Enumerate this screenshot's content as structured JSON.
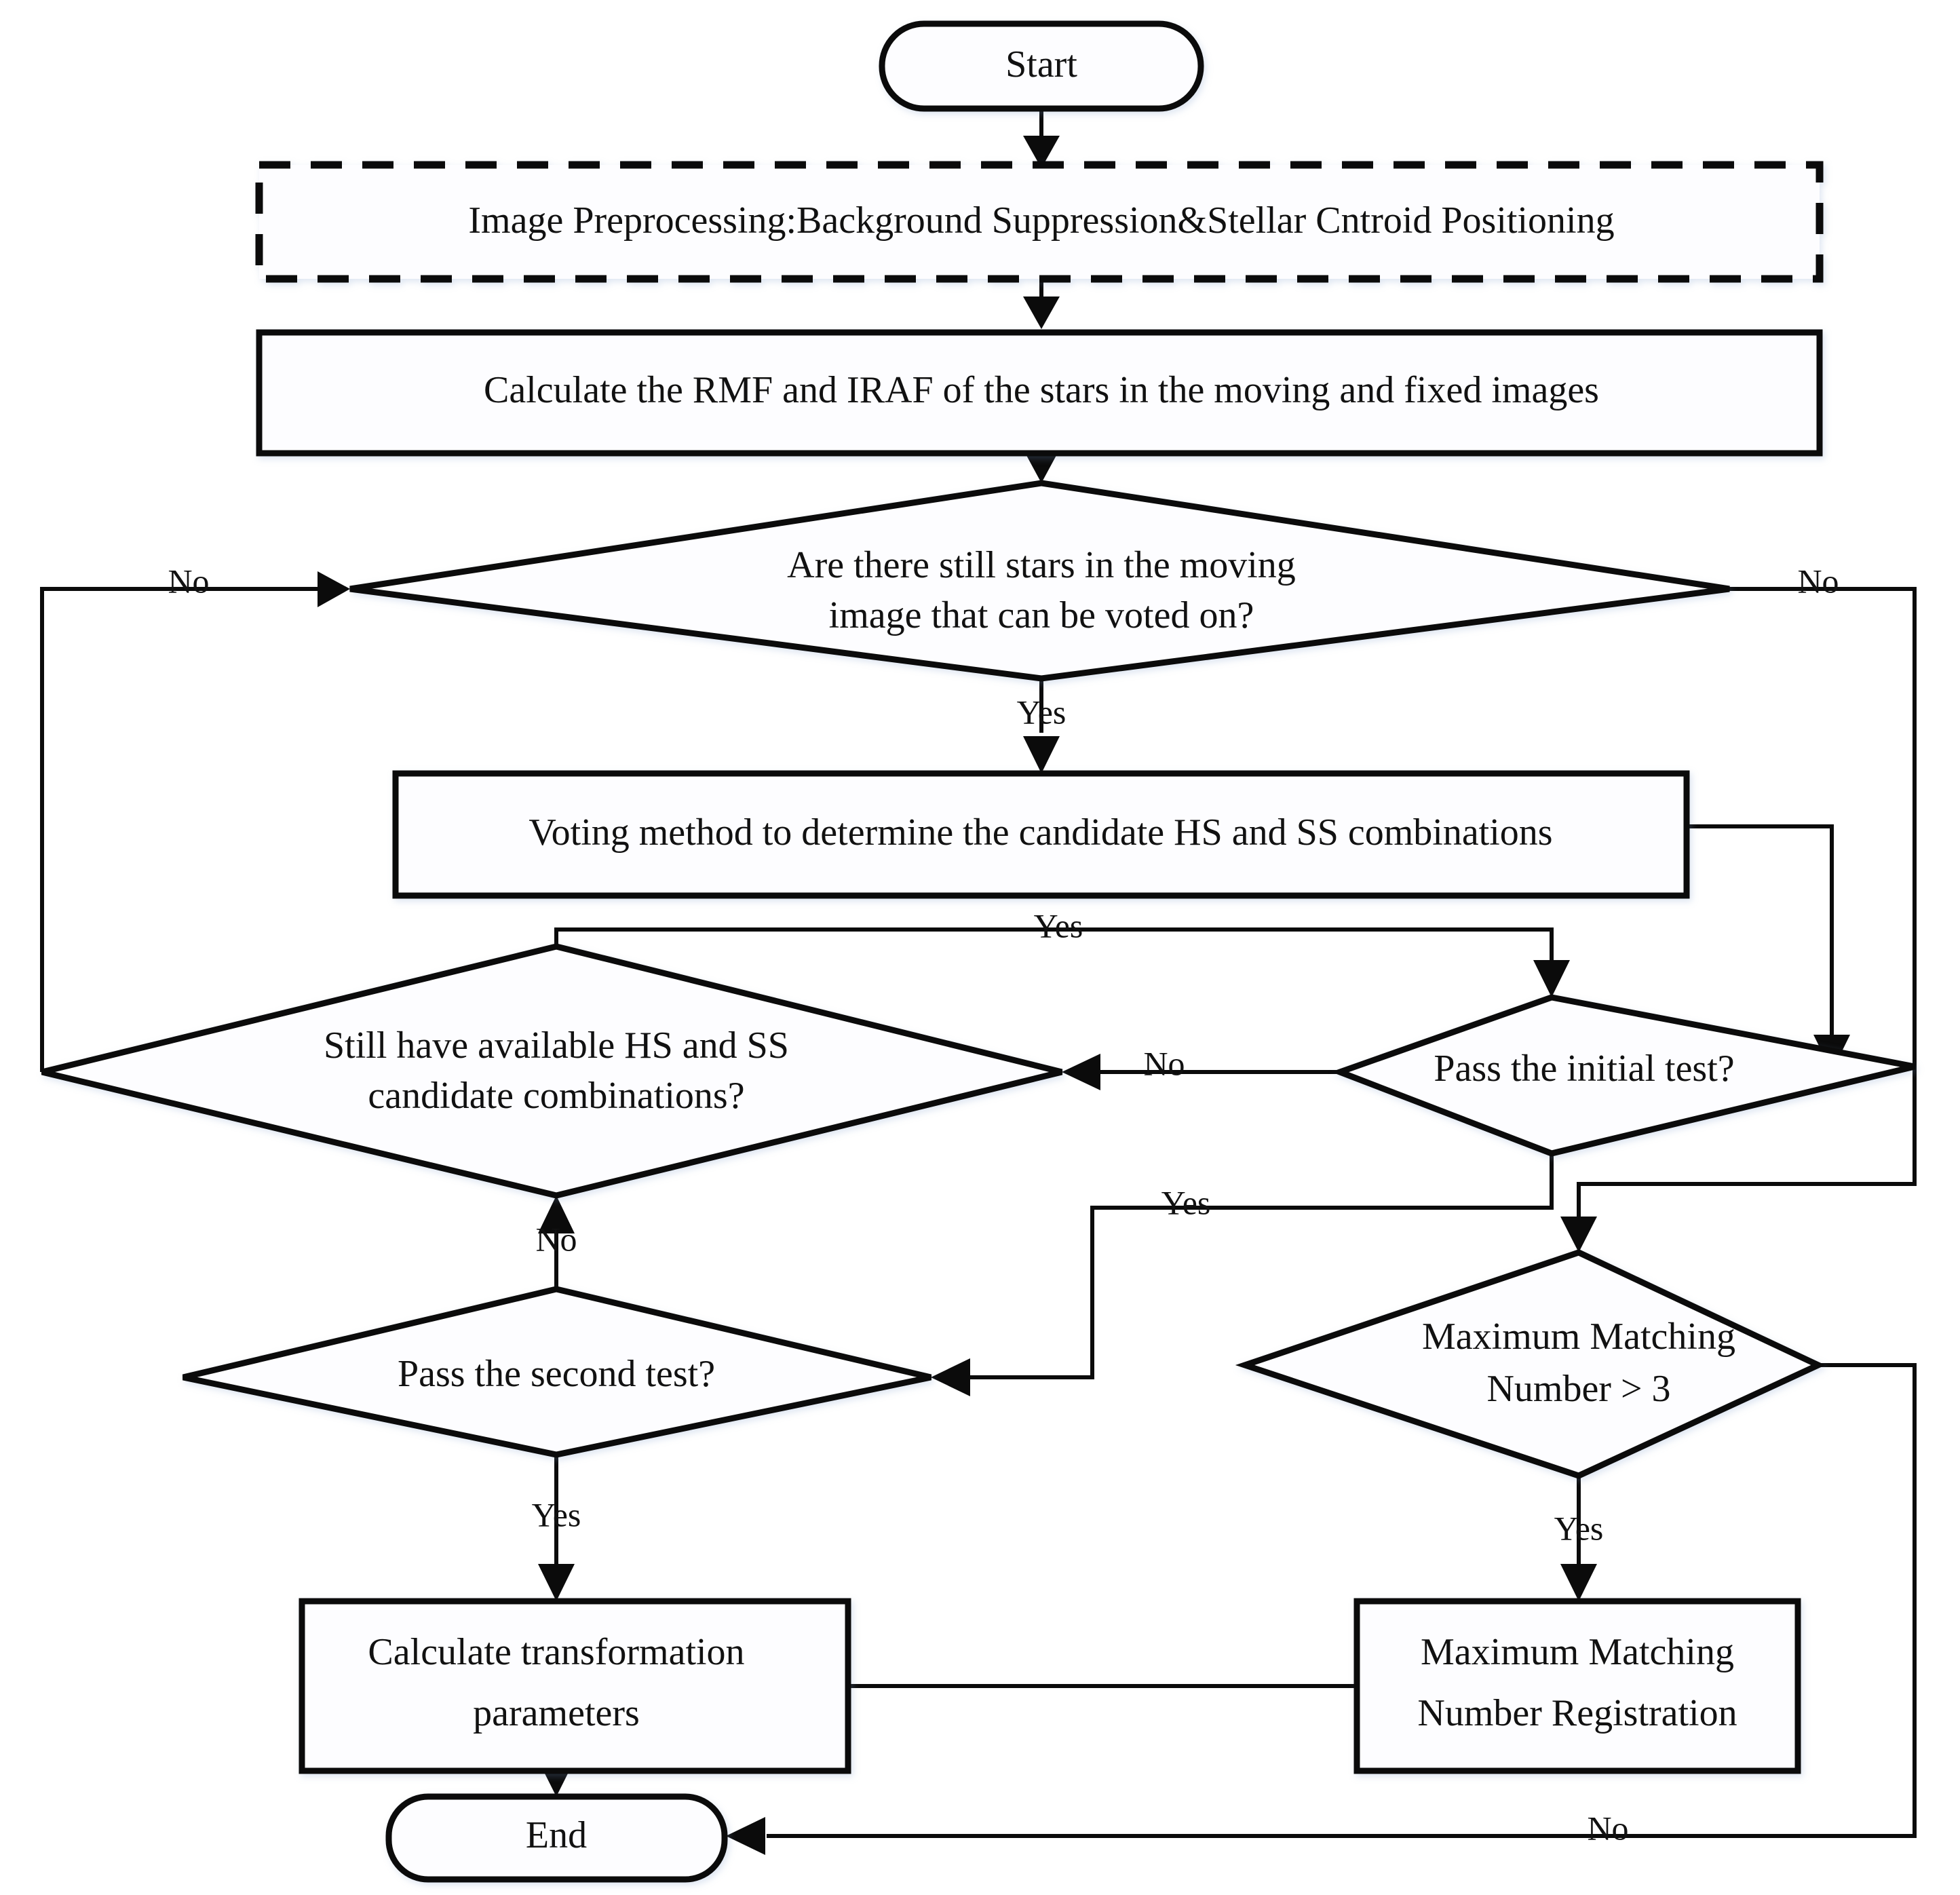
{
  "diagram": {
    "type": "flowchart",
    "title": "Star image registration algorithm flowchart",
    "orientation": "top-to-bottom",
    "background_color": "#ffffff",
    "line_color": "#0b0b0b",
    "node_fill_color": "#fdfdff",
    "nodes": [
      {
        "id": "start",
        "shape": "terminator",
        "label": "Start"
      },
      {
        "id": "preprocessing",
        "shape": "process-dashed",
        "label": "Image Preprocessing:Background Suppression&Stellar Cntroid Positioning"
      },
      {
        "id": "calc_rmf_iraf",
        "shape": "process",
        "label": "Calculate the RMF and IRAF of the stars in the moving and fixed images"
      },
      {
        "id": "stars_remaining",
        "shape": "decision",
        "label_line1": "Are there still stars in the moving",
        "label_line2": "image that can be voted on?"
      },
      {
        "id": "voting",
        "shape": "process",
        "label": "Voting method to determine the candidate HS and SS combinations"
      },
      {
        "id": "still_candidates",
        "shape": "decision",
        "label_line1": "Still have available HS and SS",
        "label_line2": "candidate combinations?"
      },
      {
        "id": "initial_test",
        "shape": "decision",
        "label_line1": "Pass the initial test?",
        "label_line2": ""
      },
      {
        "id": "second_test",
        "shape": "decision",
        "label_line1": "Pass the second test?",
        "label_line2": ""
      },
      {
        "id": "max_matching_gt3",
        "shape": "decision",
        "label_line1": "Maximum Matching",
        "label_line2": "Number > 3"
      },
      {
        "id": "calc_transform",
        "shape": "process",
        "label_line1": "Calculate transformation",
        "label_line2": "parameters"
      },
      {
        "id": "max_match_registration",
        "shape": "process",
        "label_line1": "Maximum Matching",
        "label_line2": "Number Registration"
      },
      {
        "id": "end",
        "shape": "terminator",
        "label": "End"
      }
    ],
    "edges": [
      {
        "from": "start",
        "to": "preprocessing",
        "label": ""
      },
      {
        "from": "preprocessing",
        "to": "calc_rmf_iraf",
        "label": ""
      },
      {
        "from": "calc_rmf_iraf",
        "to": "stars_remaining",
        "label": ""
      },
      {
        "from": "still_candidates",
        "to": "stars_remaining",
        "label": "No"
      },
      {
        "from": "stars_remaining",
        "to": "initial_test",
        "label": "No"
      },
      {
        "from": "stars_remaining",
        "to": "voting",
        "label": "Yes"
      },
      {
        "from": "voting",
        "to": "initial_test",
        "label": ""
      },
      {
        "from": "still_candidates",
        "to": "initial_test",
        "label": "Yes"
      },
      {
        "from": "initial_test",
        "to": "still_candidates",
        "label": "No"
      },
      {
        "from": "initial_test",
        "to": "second_test",
        "label": "Yes"
      },
      {
        "from": "initial_test",
        "to": "max_matching_gt3",
        "label": ""
      },
      {
        "from": "still_candidates",
        "to": "second_test",
        "label": "No"
      },
      {
        "from": "second_test",
        "to": "calc_transform",
        "label": "Yes"
      },
      {
        "from": "max_matching_gt3",
        "to": "max_match_registration",
        "label": "Yes"
      },
      {
        "from": "max_matching_gt3",
        "to": "end",
        "label": "No"
      },
      {
        "from": "max_match_registration",
        "to": "calc_transform",
        "label": ""
      },
      {
        "from": "calc_transform",
        "to": "end",
        "label": ""
      }
    ],
    "edge_labels": {
      "no_left_top": "No",
      "no_right_top": "No",
      "yes_to_voting": "Yes",
      "yes_candidates_to_initial": "Yes",
      "no_initial_to_candidates": "No",
      "no_candidates_to_second": "No",
      "yes_initial_to_second": "Yes",
      "yes_second_to_calc": "Yes",
      "yes_max_to_registration": "Yes",
      "no_max_to_end": "No"
    }
  }
}
